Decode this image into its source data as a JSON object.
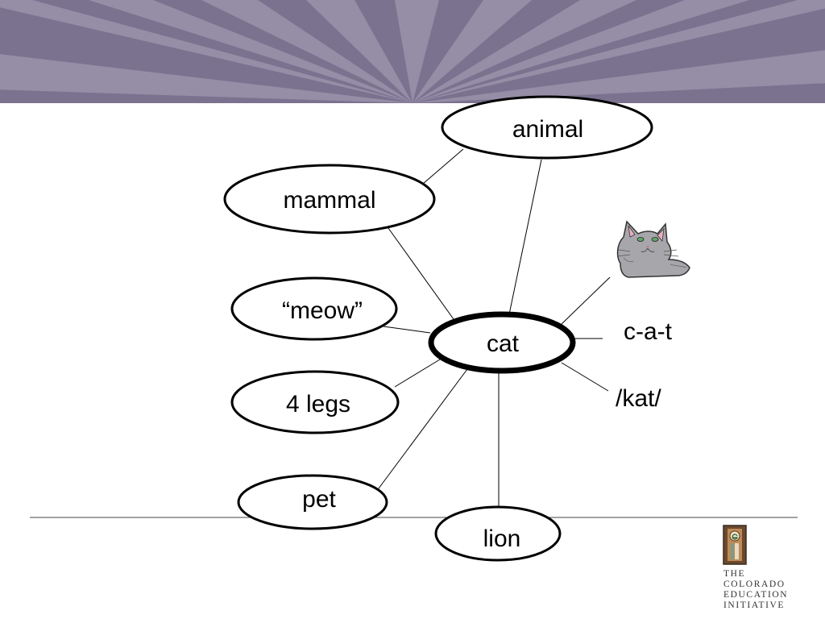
{
  "slide": {
    "header_band_color": "#7b7290",
    "header_ray_color": "#9a93ab"
  },
  "diagram": {
    "center": {
      "label": "cat"
    },
    "nodes": [
      {
        "id": "animal",
        "label": "animal"
      },
      {
        "id": "mammal",
        "label": "mammal"
      },
      {
        "id": "meow",
        "label": "“meow”"
      },
      {
        "id": "legs",
        "label": "4 legs"
      },
      {
        "id": "pet",
        "label": "pet"
      },
      {
        "id": "lion",
        "label": "lion"
      }
    ],
    "texts": {
      "spelling": "c-a-t",
      "phonetic": "/kat/"
    },
    "picture_icon": "cat-head-icon"
  },
  "logo": {
    "lines": [
      "THE",
      "COLORADO",
      "EDUCATION",
      "INITIATIVE"
    ],
    "icon": "education-initiative-logo-icon"
  }
}
